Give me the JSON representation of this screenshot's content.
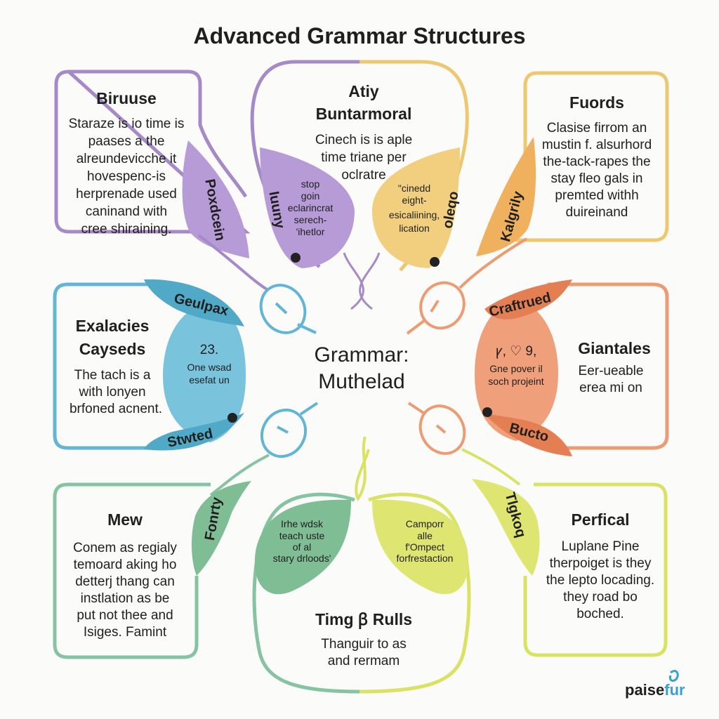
{
  "title": "Advanced Grammar Structures",
  "center": {
    "line1": "Grammar:",
    "line2": "Muthelad"
  },
  "top_left": {
    "heading": "Biruuse",
    "lines": [
      "Staraze is io time is",
      "paases a the",
      "alreundevicche it",
      "hovespenc-is",
      "herprenade used",
      "caninand with",
      "cree shiraining."
    ],
    "tab": "Poxdcein"
  },
  "top_center": {
    "heading_1": "Atiy",
    "heading_2": "Buntarmoral",
    "lines": [
      "Cinech is is aple",
      "time triane per",
      "oclratre"
    ],
    "left_tab": "Iuuny",
    "left_text": [
      "stop",
      "goin",
      "eclarincrat",
      "serech-",
      "'ihetlor"
    ],
    "right_tab": "oleqo",
    "right_text": [
      "\"cinedd",
      "eight-",
      "esicaliining,",
      "lication"
    ]
  },
  "top_right": {
    "heading": "Fuords",
    "lines": [
      "Clasise firrom an",
      "mustin f. alsurhord",
      "the-tack-rapes the",
      "stay fleo gals in",
      "premted withh",
      "duireinand"
    ],
    "tab": "Kalgrily"
  },
  "mid_left": {
    "heading_1": "Exalacies",
    "heading_2": "Cayseds",
    "lines": [
      "The tach is a",
      "with lonyen",
      "brfoned acnent."
    ],
    "tab_top": "Geulpax",
    "tab_bottom": "Stwted",
    "inner_num": "23.",
    "inner_lines": [
      "One wsad",
      "esefat un"
    ]
  },
  "mid_right": {
    "heading": "Giantales",
    "lines": [
      "Eer-ueable",
      "erea mi on"
    ],
    "tab_top": "Craftrued",
    "tab_bottom": "Bucto",
    "inner_num": "ꝩ, ♡ 9,",
    "inner_lines": [
      "Gne pover il",
      "soch projeint"
    ]
  },
  "bottom_left": {
    "heading": "Mew",
    "lines": [
      "Conem as regialy",
      "temoard aking ho",
      "detterj thang can",
      "instlation as be",
      "put not thee and",
      "Isiges. Famint"
    ],
    "tab": "Fonrty"
  },
  "bottom_center": {
    "heading": "Timg ꞵ Rulls",
    "lines": [
      "Thanguir to as",
      "and rermam"
    ],
    "left_text": [
      "Irhe wdsk",
      "teach uste",
      "of al",
      "stary drloods'"
    ],
    "right_text": [
      "Camporr",
      "alle",
      "f'Ompect",
      "forfrestaction"
    ]
  },
  "bottom_right": {
    "heading": "Perfical",
    "lines": [
      "Luplane Pine",
      "therpoiget is they",
      "the lepto locading.",
      "they road bo",
      "boched."
    ],
    "tab": "Tlgkoq"
  },
  "logo": {
    "text_1": "paise",
    "text_2": "fur"
  },
  "colors": {
    "purple": "#a58ac7",
    "purple_fill": "#b79bd6",
    "yellow": "#eec871",
    "yellow_fill": "#f2cf7e",
    "orange_fill": "#f0b15f",
    "blue": "#63b5d5",
    "blue_fill": "#79c3dc",
    "salmon": "#ec9b72",
    "salmon_fill": "#ef9f79",
    "green": "#86c3a1",
    "green_fill": "#7fbd95",
    "lime": "#d9e263",
    "lime_fill": "#dfe571",
    "logo_blue": "#3aa0d0"
  }
}
